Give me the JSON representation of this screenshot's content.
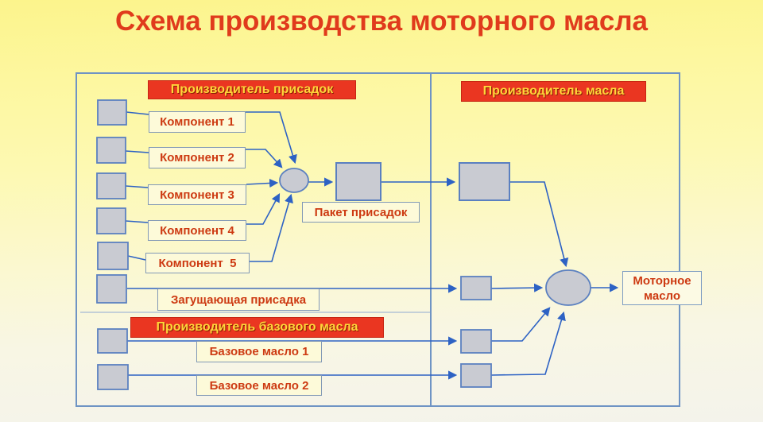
{
  "title": "Схема производства моторного масла",
  "left_panel": {
    "banner_additives": "Производитель присадок",
    "components": [
      "Компонент 1",
      "Компонент 2",
      "Компонент 3",
      "Компонент 4",
      "Компонент  5"
    ],
    "additive_package": "Пакет присадок",
    "thickening_additive": "Загущающая присадка",
    "banner_base_oil": "Производитель базового масла",
    "base_oils": [
      "Базовое масло 1",
      "Базовое масло 2"
    ]
  },
  "right_panel": {
    "banner_oil_producer": "Производитель масла",
    "output_label": "Моторное масло"
  },
  "colors": {
    "background_top": "#fcf48c",
    "background_bottom": "#f4f3eb",
    "title_text": "#e03b1c",
    "banner_background": "#ea3621",
    "banner_text": "#ffd53a",
    "label_text": "#cd3a12",
    "label_background": "#fdfad9",
    "node_fill": "#c9cbd2",
    "node_stroke": "#5b80c0",
    "flow_line": "#2d62c4",
    "panel_border": "#6f94c4"
  }
}
